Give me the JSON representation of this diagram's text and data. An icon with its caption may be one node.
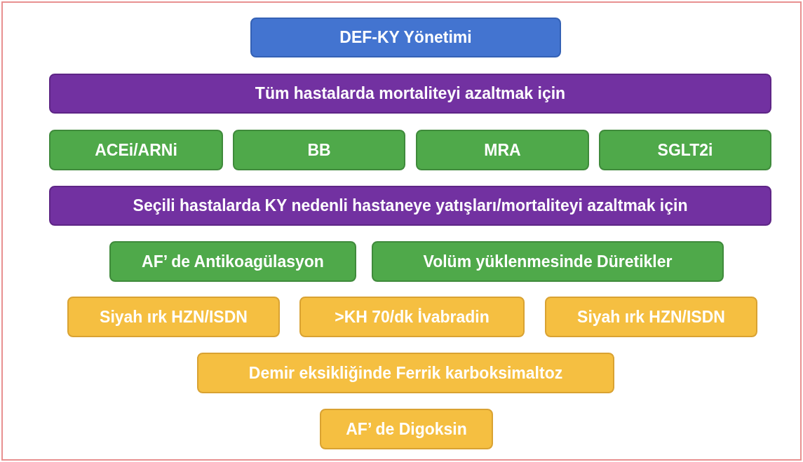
{
  "diagram": {
    "nodes": [
      {
        "text": [
          "DEF-KY Yönetimi"
        ]
      },
      {
        "text": [
          "Tüm hastalarda mortaliteyi azaltmak için"
        ]
      },
      {
        "text": [
          "ACEi/ARNi"
        ]
      },
      {
        "text": [
          "BB"
        ]
      },
      {
        "text": [
          "MRA"
        ]
      },
      {
        "text": [
          "SGLT2i"
        ]
      },
      {
        "text": [
          "Seçili hastalarda KY nedenli hastaneye yatışları/mortaliteyi azaltmak için"
        ]
      },
      {
        "text": [
          "AF’ de Antikoagülasyon"
        ]
      },
      {
        "text": [
          "Volüm yüklenmesinde Düretikler"
        ]
      },
      {
        "text": [
          "Siyah ırk HZN/ISDN"
        ]
      },
      {
        "text": [
          ">KH 70/dk İvabradin"
        ]
      },
      {
        "text": [
          "Siyah ırk HZN/ISDN"
        ]
      },
      {
        "text": [
          "Demir eksikliğinde Ferrik karboksimaltoz"
        ]
      },
      {
        "text": [
          "AF’ de Digoksin"
        ]
      }
    ]
  }
}
